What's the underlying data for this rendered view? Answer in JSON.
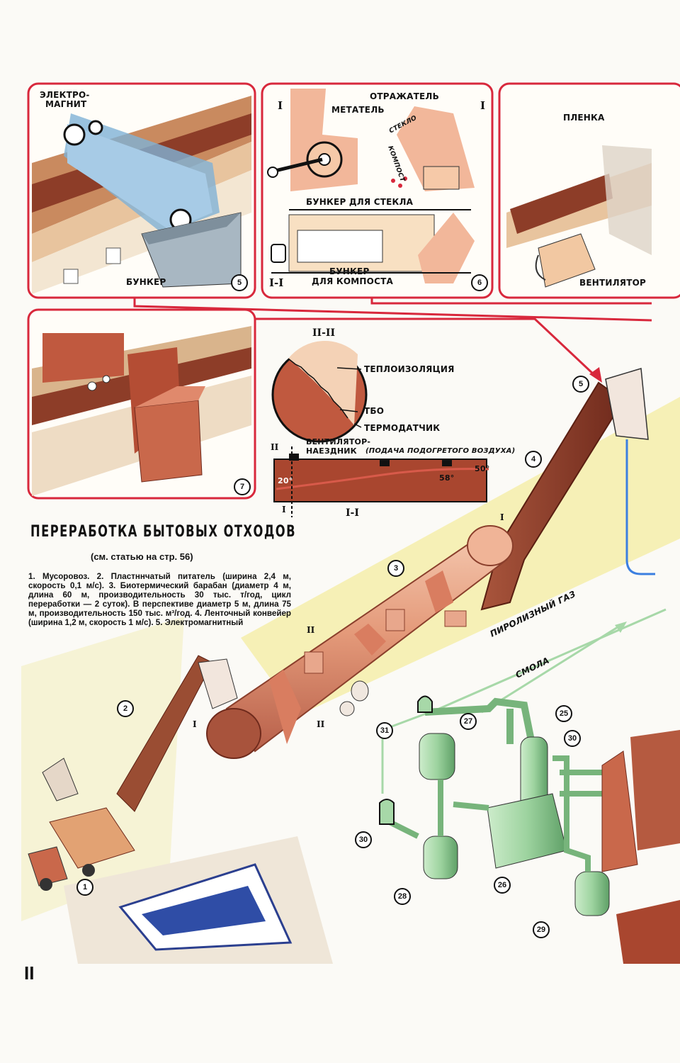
{
  "title": "ПЕРЕРАБОТКА БЫТОВЫХ ОТХОДОВ",
  "subtitle": "(см. статью на стр. 56)",
  "caption": "1. Мусоровоз. 2. Пластннчатый питатель (ширина 2,4 м, скорость 0,1 м/с). 3. Биотермический барабан (диаметр 4 м, длина 60 м, производительность 30 тыс. т/год, цикл переработки — 2 суток). В перспективе диаметр 5 м, длина 75 м, производительность 150 тыс. м³/год. 4. Ленточный конвейер (ширина 1,2 м, скорость 1 м/с). 5. Электромагнитный",
  "page_number": "II",
  "panel5": {
    "electromagnet": [
      "ЭЛЕКТРО-",
      "МАГНИТ"
    ],
    "hopper": "БУНКЕР",
    "number": "5"
  },
  "panel6": {
    "reflector": "ОТРАЖАТЕЛЬ",
    "thrower": "МЕТАТЕЛЬ",
    "glass": "СТЕКЛО",
    "compost": "КОМПОСТ",
    "glass_hopper": "БУНКЕР ДЛЯ СТЕКЛА",
    "compost_hopper": [
      "БУНКЕР",
      "ДЛЯ КОМПОСТА"
    ],
    "section": "I-I",
    "section_mark": "I",
    "number": "6"
  },
  "panel_film": {
    "film": "ПЛЕНКА",
    "fan": "ВЕНТИЛЯТОР"
  },
  "panel7": {
    "number": "7"
  },
  "drum_section": {
    "section_top": "II-II",
    "insulation": "ТЕПЛОИЗОЛЯЦИЯ",
    "waste": "ТБО",
    "sensor": "ТЕРМОДАТЧИК",
    "fan_rider": [
      "ВЕНТИЛЯТОР-",
      "НАЕЗДНИК"
    ],
    "air_supply": "(ПОДАЧА ПОДОГРЕТОГО ВОЗДУХА)",
    "temp_left": "20°",
    "temp_mid": "58°",
    "temp_right": "50°",
    "section_bottom": "I-I",
    "cut_a": "II",
    "cut_b": "I"
  },
  "main": {
    "pyrolysis_gas": "ПИРОЛИЗНЫЙ ГАЗ",
    "tar": "СМОЛА",
    "cut_I": "I",
    "cut_II": "II",
    "numbers": [
      "1",
      "2",
      "3",
      "4",
      "5",
      "25",
      "26",
      "27",
      "28",
      "29",
      "30",
      "30",
      "31"
    ]
  },
  "colors": {
    "red_frame": "#d8283c",
    "belt_brown": "#8e3a28",
    "drum_pink": "#e7a283",
    "equipment_green": "#a7d8a8",
    "blue_line": "#3b7fe0",
    "yellow_band": "#f6f0b6"
  }
}
